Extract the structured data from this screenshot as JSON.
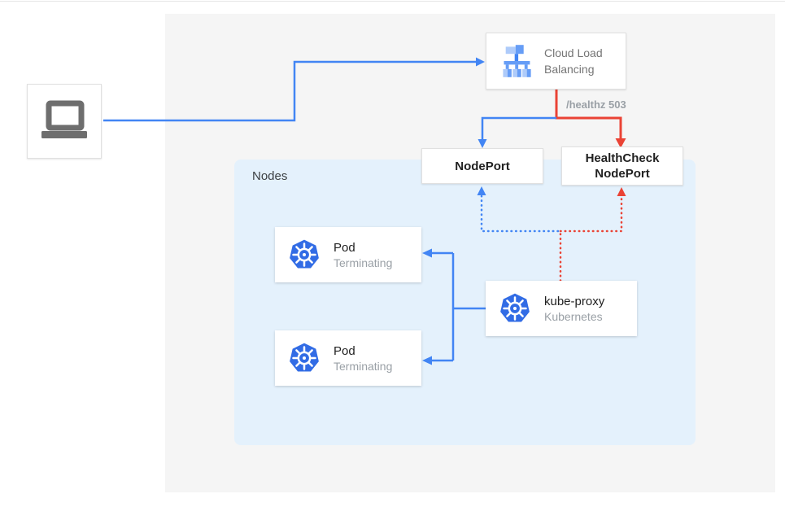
{
  "colors": {
    "blue": "#4285F4",
    "red": "#EA4335",
    "panel": "#F5F5F5",
    "nodes": "#E4F1FC",
    "k8s": "#326CE5",
    "dark": "#212121",
    "gray": "#757575",
    "label": "#9AA0A6",
    "laptop": "#6E6E6E"
  },
  "icons": {
    "client": "laptop-icon",
    "load_balancer": "cloud-load-balancing-icon",
    "pod": "kubernetes-icon",
    "kube_proxy": "kubernetes-icon"
  },
  "diagram": {
    "load_balancer": {
      "label": "Cloud Load Balancing"
    },
    "health_label": "/healthz 503",
    "nodeport": {
      "label": "NodePort"
    },
    "healthcheck_nodeport": {
      "label": "HealthCheck NodePort"
    },
    "nodes_group": {
      "label": "Nodes"
    },
    "pods": [
      {
        "title": "Pod",
        "status": "Terminating"
      },
      {
        "title": "Pod",
        "status": "Terminating"
      }
    ],
    "kube_proxy": {
      "title": "kube-proxy",
      "subtitle": "Kubernetes"
    }
  }
}
